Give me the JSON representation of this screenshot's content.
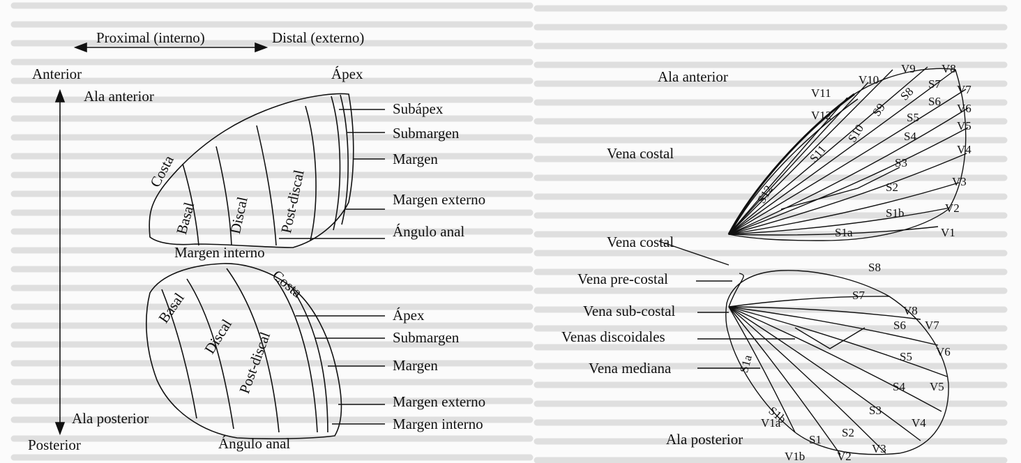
{
  "left_figure": {
    "axis": {
      "proximal": "Proximal (interno)",
      "distal": "Distal (externo)",
      "anterior": "Anterior",
      "posterior": "Posterior"
    },
    "forewing": {
      "title": "Ala anterior",
      "apex": "Ápex",
      "regions": [
        "Costa",
        "Basal",
        "Discal",
        "Post-discal"
      ],
      "callouts": [
        "Subápex",
        "Submargen",
        "Margen",
        "Margen externo",
        "Ángulo anal"
      ],
      "inner_margin": "Margen interno"
    },
    "hindwing": {
      "title": "Ala posterior",
      "regions": [
        "Costa",
        "Basal",
        "Discal",
        "Post-discal"
      ],
      "callouts": [
        "Ápex",
        "Submargen",
        "Margen",
        "Margen externo",
        "Margen interno"
      ],
      "anal_angle": "Ángulo anal"
    }
  },
  "right_figure": {
    "forewing": {
      "title": "Ala anterior",
      "costal_vein": "Vena costal",
      "veins": [
        "V1",
        "V2",
        "V3",
        "V4",
        "V5",
        "V6",
        "V7",
        "V8",
        "V9",
        "V10",
        "V11",
        "V12"
      ],
      "cells": [
        "S1a",
        "S1b",
        "S2",
        "S3",
        "S4",
        "S5",
        "S6",
        "S7",
        "S8",
        "S9",
        "S10",
        "S11",
        "S12"
      ]
    },
    "hindwing": {
      "title": "Ala posterior",
      "labels": [
        "Vena costal",
        "Vena pre-costal",
        "Vena sub-costal",
        "Venas discoidales",
        "Vena mediana"
      ],
      "veins": [
        "V1a",
        "V1b",
        "V2",
        "V3",
        "V4",
        "V5",
        "V6",
        "V7",
        "V8"
      ],
      "cells": [
        "S1a",
        "S1b",
        "S1",
        "S2",
        "S3",
        "S4",
        "S5",
        "S6",
        "S7",
        "S8"
      ]
    }
  }
}
